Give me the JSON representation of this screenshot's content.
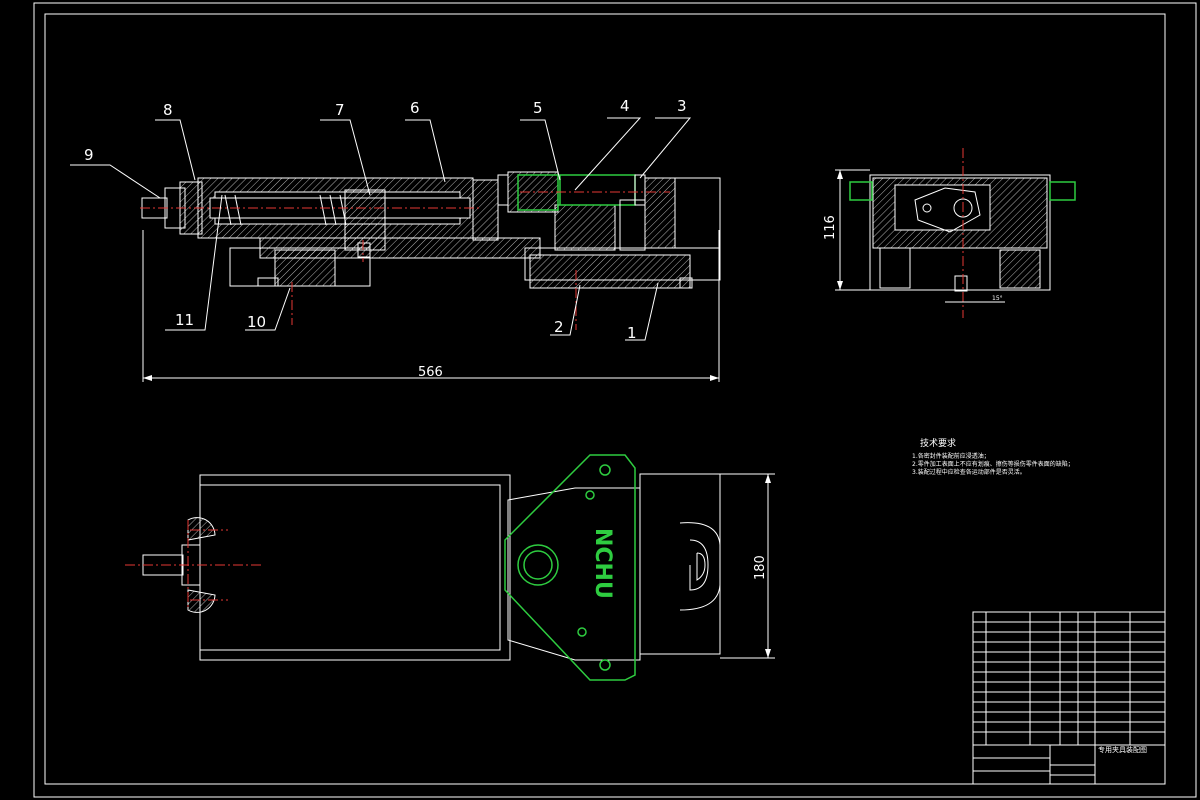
{
  "drawing": {
    "balloons": [
      "1",
      "2",
      "3",
      "4",
      "5",
      "6",
      "7",
      "8",
      "9",
      "10",
      "11"
    ],
    "dimensions": {
      "overall_length": "566",
      "side_height": "116",
      "top_width": "180",
      "side_note": "15°"
    },
    "logo_text": "NCHU",
    "tech_requirements": {
      "title": "技术要求",
      "items": [
        "1.各密封件装配前应浸透油；",
        "2.零件加工表面上不应有划痕、擦伤等损伤零件表面的缺陷；",
        "3.装配过程中应检查各运动部件是否灵活。"
      ]
    },
    "title_block": {
      "drawing_title": "专用夹具装配图"
    },
    "colors": {
      "background": "#000000",
      "lines": "#ffffff",
      "centerline": "#e53935",
      "logo": "#2ecc40"
    }
  }
}
